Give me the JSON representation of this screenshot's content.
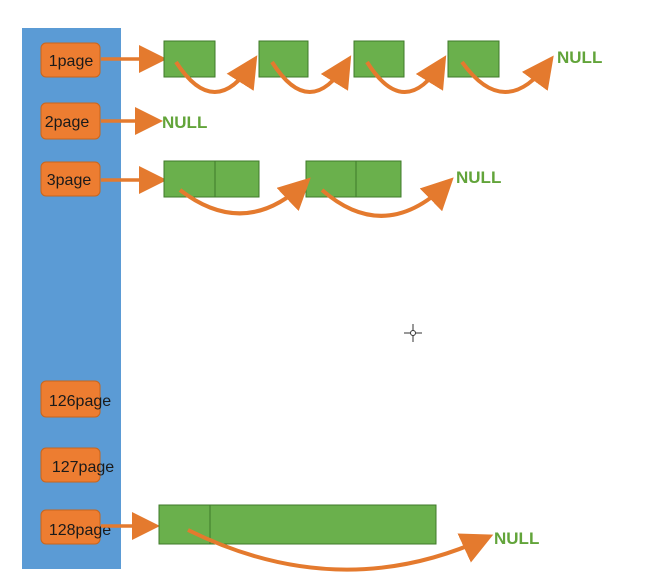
{
  "colors": {
    "column": "#5b9bd5",
    "page_box": "#ed7d31",
    "page_box_border": "#c9651c",
    "span_block": "#6ab04c",
    "span_block_border": "#3f7a2a",
    "arrow": "#e47a2e",
    "null_text": "#62a43a",
    "page_text": "#1a1a1a"
  },
  "icons": {
    "cursor": "crosshair-cursor-icon"
  },
  "pages": [
    {
      "label": "1page",
      "terminal": "NULL",
      "span_size": "1 page",
      "span_count": 4
    },
    {
      "label": "2page",
      "terminal": "NULL",
      "span_size": "2 pages",
      "span_count": 0
    },
    {
      "label": "3page",
      "terminal": "NULL",
      "span_size": "2 pages",
      "span_count": 2
    },
    {
      "label": "126page",
      "span_count": 0
    },
    {
      "label": "127page",
      "span_count": 0
    },
    {
      "label": "128page",
      "terminal": "NULL",
      "span_size": "large",
      "span_count": 1
    }
  ]
}
